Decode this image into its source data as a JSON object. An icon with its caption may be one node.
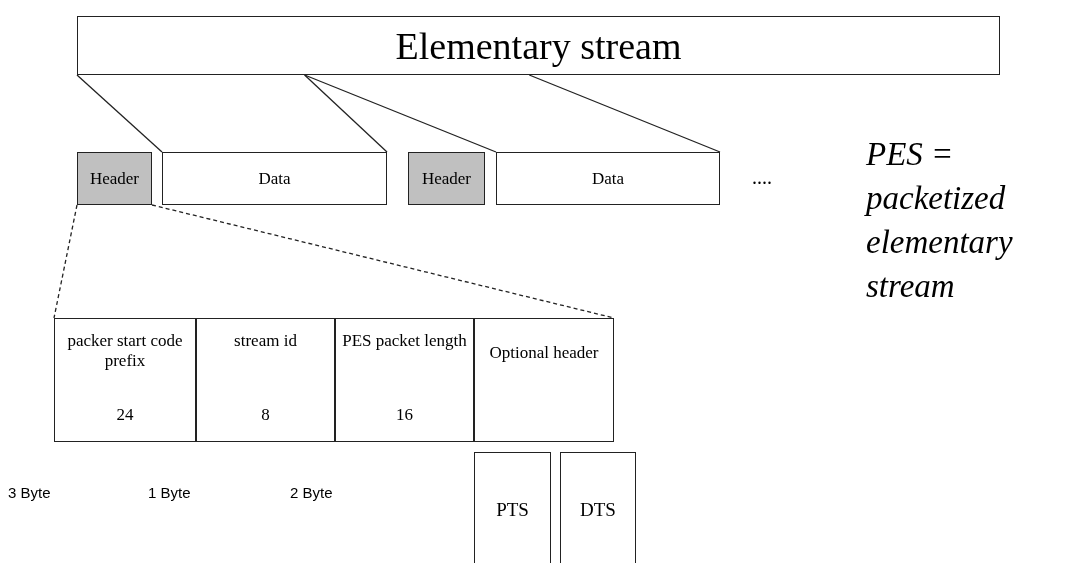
{
  "diagram": {
    "nodes": [
      {
        "text": [
          "Elementary stream"
        ]
      },
      {
        "text": [
          "Header"
        ]
      },
      {
        "text": [
          "Data"
        ]
      },
      {
        "text": [
          "Header"
        ]
      },
      {
        "text": [
          "Data"
        ]
      },
      {
        "text": [
          "packer start code prefix",
          "24"
        ]
      },
      {
        "text": [
          "stream id",
          "8"
        ]
      },
      {
        "text": [
          "PES packet length",
          "16"
        ]
      },
      {
        "text": [
          "Optional header"
        ]
      },
      {
        "text": [
          "PTS"
        ]
      },
      {
        "text": [
          "DTS"
        ]
      }
    ],
    "edges": [
      {
        "from": 0,
        "to": 2,
        "arrow": "none"
      },
      {
        "from": 0,
        "to": 2,
        "arrow": "none"
      },
      {
        "from": 0,
        "to": 4,
        "arrow": "none"
      },
      {
        "from": 0,
        "to": 4,
        "arrow": "none"
      },
      {
        "from": 1,
        "to": 5,
        "arrow": "none",
        "style": "dashed"
      },
      {
        "from": 1,
        "to": 8,
        "arrow": "none",
        "style": "dashed"
      }
    ],
    "labels": [
      "....",
      "PES = packetized elementary stream",
      "3 Byte",
      "1 Byte",
      "2 Byte"
    ]
  }
}
